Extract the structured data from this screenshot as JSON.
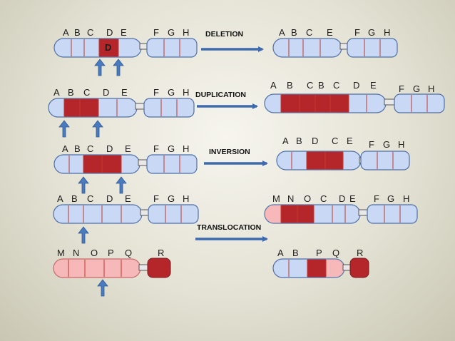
{
  "colors": {
    "chromosome_blue": "#c9d9f5",
    "chromosome_pink": "#f6b8b8",
    "highlight_red": "#b5262a",
    "outline": "#4f6fa8",
    "arrow_blue": "#4a7bbf",
    "centromere": "#e8e8e8"
  },
  "processes": {
    "deletion": "DELETION",
    "duplication": "DUPLICATION",
    "inversion": "INVERSION",
    "translocation": "TRANSLOCATION"
  },
  "deletion": {
    "original_labels": [
      "A",
      "B",
      "C",
      "D",
      "E",
      "F",
      "G",
      "H"
    ],
    "deleted_segment": "D",
    "result_labels": [
      "A",
      "B",
      "C",
      "E",
      "F",
      "G",
      "H"
    ]
  },
  "duplication": {
    "original_labels": [
      "A",
      "B",
      "C",
      "D",
      "E",
      "F",
      "G",
      "H"
    ],
    "result_labels": [
      "A",
      "B",
      "C",
      "B",
      "C",
      "D",
      "E",
      "F",
      "G",
      "H"
    ]
  },
  "inversion": {
    "original_labels": [
      "A",
      "B",
      "C",
      "D",
      "E",
      "F",
      "G",
      "H"
    ],
    "result_labels": [
      "A",
      "B",
      "D",
      "C",
      "E",
      "F",
      "G",
      "H"
    ]
  },
  "translocation": {
    "original_top_labels": [
      "A",
      "B",
      "C",
      "D",
      "E",
      "F",
      "G",
      "H"
    ],
    "original_bottom_labels": [
      "M",
      "N",
      "O",
      "P",
      "Q",
      "R"
    ],
    "result_top_labels": [
      "M",
      "N",
      "O",
      "C",
      "D",
      "E",
      "F",
      "G",
      "H"
    ],
    "result_bottom_labels": [
      "A",
      "B",
      "P",
      "Q",
      "R"
    ]
  }
}
